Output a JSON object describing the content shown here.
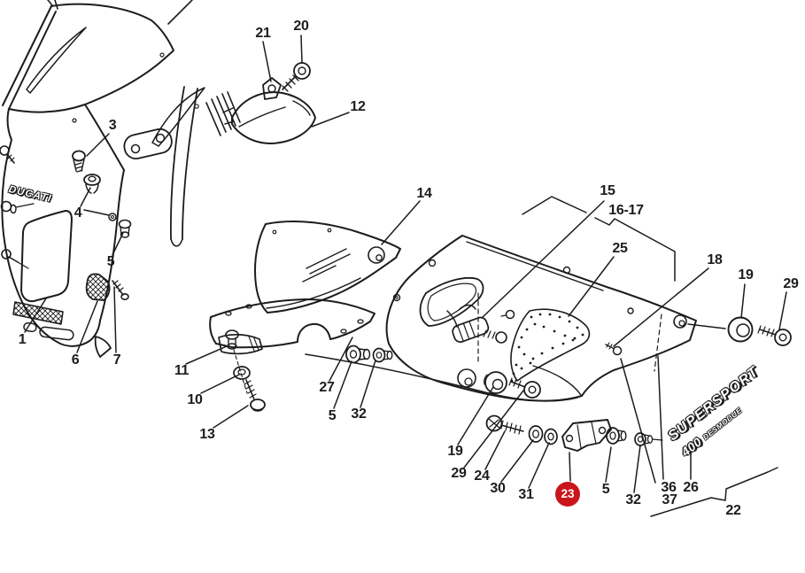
{
  "palette": {
    "background": "#ffffff",
    "ink": "#1c1c1c",
    "highlight": "#c9151c",
    "highlight_text": "#ffffff"
  },
  "decals": {
    "nose_logo": "DUCATI",
    "side_line1": "SUPERSPORT",
    "side_line2_big": "400",
    "side_line2_small": "DESMODUE"
  },
  "highlighted_callout": "23",
  "callouts": [
    {
      "label": "21"
    },
    {
      "label": "20"
    },
    {
      "label": "3"
    },
    {
      "label": "12"
    },
    {
      "label": "4"
    },
    {
      "label": "14"
    },
    {
      "label": "15"
    },
    {
      "label": "16-17"
    },
    {
      "label": "25"
    },
    {
      "label": "18"
    },
    {
      "label": "19"
    },
    {
      "label": "29"
    },
    {
      "label": "5"
    },
    {
      "label": "1"
    },
    {
      "label": "6"
    },
    {
      "label": "7"
    },
    {
      "label": "11"
    },
    {
      "label": "27"
    },
    {
      "label": "10"
    },
    {
      "label": "5"
    },
    {
      "label": "32"
    },
    {
      "label": "13"
    },
    {
      "label": "19"
    },
    {
      "label": "29"
    },
    {
      "label": "24"
    },
    {
      "label": "30"
    },
    {
      "label": "31"
    },
    {
      "label": "23"
    },
    {
      "label": "5"
    },
    {
      "label": "32"
    },
    {
      "label": "36"
    },
    {
      "label": "37"
    },
    {
      "label": "26"
    },
    {
      "label": "22"
    }
  ]
}
